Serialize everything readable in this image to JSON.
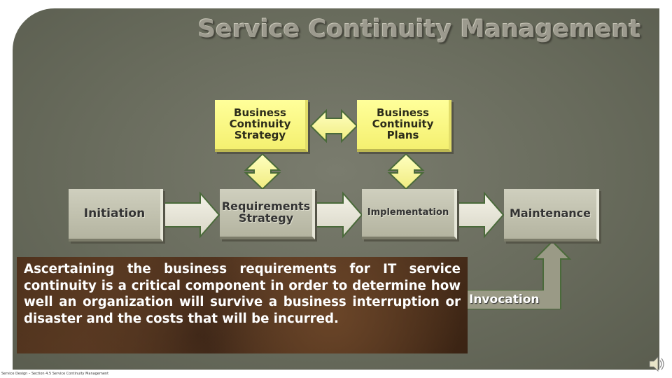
{
  "title": "Service Continuity Management",
  "boxes": {
    "bc_strategy": "Business Continuity Strategy",
    "bc_plans": "Business Continuity Plans",
    "initiation": "Initiation",
    "requirements": "Requirements Strategy",
    "implementation": "Implementation",
    "maintenance": "Maintenance"
  },
  "invocation": "Invocation",
  "caption": "Ascertaining the business requirements for IT service continuity is a critical component in order to determine how well an organization will survive a business interruption or disaster and the costs that will be incurred.",
  "footer": "Service Design – Section 4.5 Service Continuity Management",
  "icons": {
    "audio": "speaker-icon"
  },
  "colors": {
    "panel": "#6d7062",
    "yellow_box": "#f8f47a",
    "gray_box": "#c2c2ae",
    "caption_bg": "#4e311d"
  }
}
